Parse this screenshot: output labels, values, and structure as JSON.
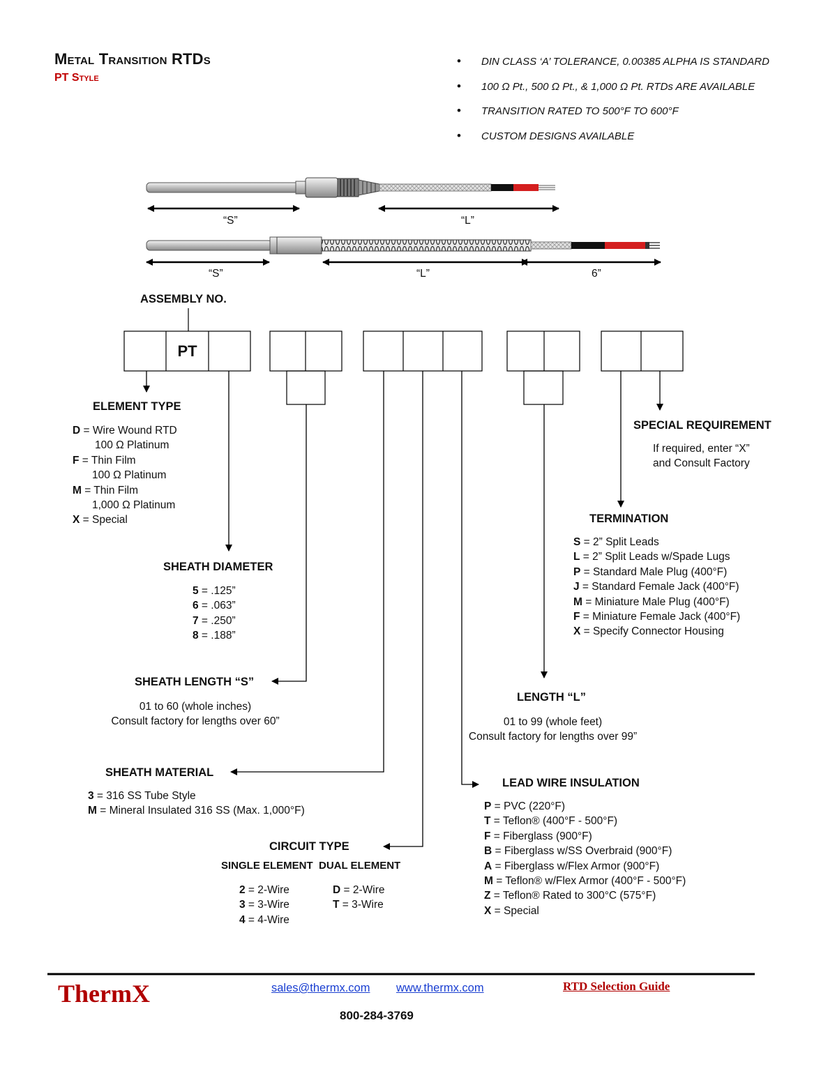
{
  "header": {
    "title": "Metal Transition RTDs",
    "subtitle": "PT Style"
  },
  "bullets": [
    "DIN CLASS ‘A’ TOLERANCE, 0.00385 ALPHA IS STANDARD",
    "100  Ω Pt., 500  Ω Pt., & 1,000  Ω Pt.  RTDs ARE AVAILABLE",
    "TRANSITION RATED TO 500°F TO 600°F",
    "CUSTOM DESIGNS AVAILABLE"
  ],
  "drawing": {
    "top_s": "“S”",
    "top_l": "“L”",
    "bottom_s": "“S”",
    "bottom_l": "“L”",
    "bottom_6": "6”"
  },
  "assembly": {
    "label": "ASSEMBLY NO.",
    "pt": "PT"
  },
  "element_type": {
    "heading": "ELEMENT TYPE",
    "lines": [
      {
        "code": "D",
        "text": " = Wire Wound RTD"
      },
      {
        "code": "",
        "text": "100 Ω Platinum",
        "indent": true
      },
      {
        "code": "F",
        "text": " = Thin Film"
      },
      {
        "code": "",
        "text": "100 Ω Platinum",
        "indent": true
      },
      {
        "code": "M",
        "text": " = Thin Film"
      },
      {
        "code": "",
        "text": "1,000 Ω Platinum",
        "indent": true
      },
      {
        "code": "X",
        "text": " = Special"
      }
    ]
  },
  "sheath_diameter": {
    "heading": "SHEATH DIAMETER",
    "lines": [
      {
        "code": "5",
        "text": " = .125”"
      },
      {
        "code": "6",
        "text": " = .063”"
      },
      {
        "code": "7",
        "text": " = .250”"
      },
      {
        "code": "8",
        "text": " = .188”"
      }
    ]
  },
  "sheath_length": {
    "heading": "SHEATH LENGTH “S”",
    "line1": "01 to 60 (whole inches)",
    "line2": "Consult factory for lengths over 60”"
  },
  "sheath_material": {
    "heading": "SHEATH MATERIAL",
    "lines": [
      {
        "code": "3",
        "text": " = 316 SS Tube Style"
      },
      {
        "code": "M",
        "text": " = Mineral Insulated 316 SS (Max. 1,000°F)"
      }
    ]
  },
  "circuit_type": {
    "heading": "CIRCUIT TYPE",
    "single_heading": "SINGLE ELEMENT",
    "dual_heading": "DUAL ELEMENT",
    "single": [
      {
        "code": "2",
        "text": " = 2-Wire"
      },
      {
        "code": "3",
        "text": " = 3-Wire"
      },
      {
        "code": "4",
        "text": " = 4-Wire"
      }
    ],
    "dual": [
      {
        "code": "D",
        "text": " = 2-Wire"
      },
      {
        "code": "T",
        "text": " = 3-Wire"
      }
    ]
  },
  "special_requirement": {
    "heading": "SPECIAL REQUIREMENT",
    "line1": "If required, enter “X”",
    "line2": "and Consult Factory"
  },
  "termination": {
    "heading": "TERMINATION",
    "lines": [
      {
        "code": "S",
        "text": " = 2” Split Leads"
      },
      {
        "code": "L",
        "text": " = 2” Split Leads w/Spade Lugs"
      },
      {
        "code": "P",
        "text": " = Standard Male Plug (400°F)"
      },
      {
        "code": "J",
        "text": " = Standard Female Jack (400°F)"
      },
      {
        "code": "M",
        "text": " = Miniature Male Plug (400°F)"
      },
      {
        "code": "F",
        "text": " = Miniature Female Jack (400°F)"
      },
      {
        "code": "X",
        "text": " = Specify Connector Housing"
      }
    ]
  },
  "length_l": {
    "heading": "LENGTH “L”",
    "line1": "01 to 99 (whole feet)",
    "line2": "Consult factory for lengths over 99”"
  },
  "lead_wire": {
    "heading": "LEAD WIRE INSULATION",
    "lines": [
      {
        "code": "P",
        "text": " = PVC (220°F)"
      },
      {
        "code": "T",
        "text": " = Teflon® (400°F - 500°F)"
      },
      {
        "code": "F",
        "text": " = Fiberglass (900°F)"
      },
      {
        "code": "B",
        "text": " = Fiberglass w/SS Overbraid (900°F)"
      },
      {
        "code": "A",
        "text": " = Fiberglass w/Flex Armor (900°F)"
      },
      {
        "code": "M",
        "text": " = Teflon® w/Flex Armor (400°F - 500°F)"
      },
      {
        "code": "Z",
        "text": " = Teflon® Rated to 300°C (575°F)"
      },
      {
        "code": "X",
        "text": " = Special"
      }
    ]
  },
  "footer": {
    "logo": "ThermX",
    "email": "sales@thermx.com",
    "website": "www.thermx.com",
    "guide": "RTD Selection Guide",
    "phone": "800-284-3769"
  }
}
